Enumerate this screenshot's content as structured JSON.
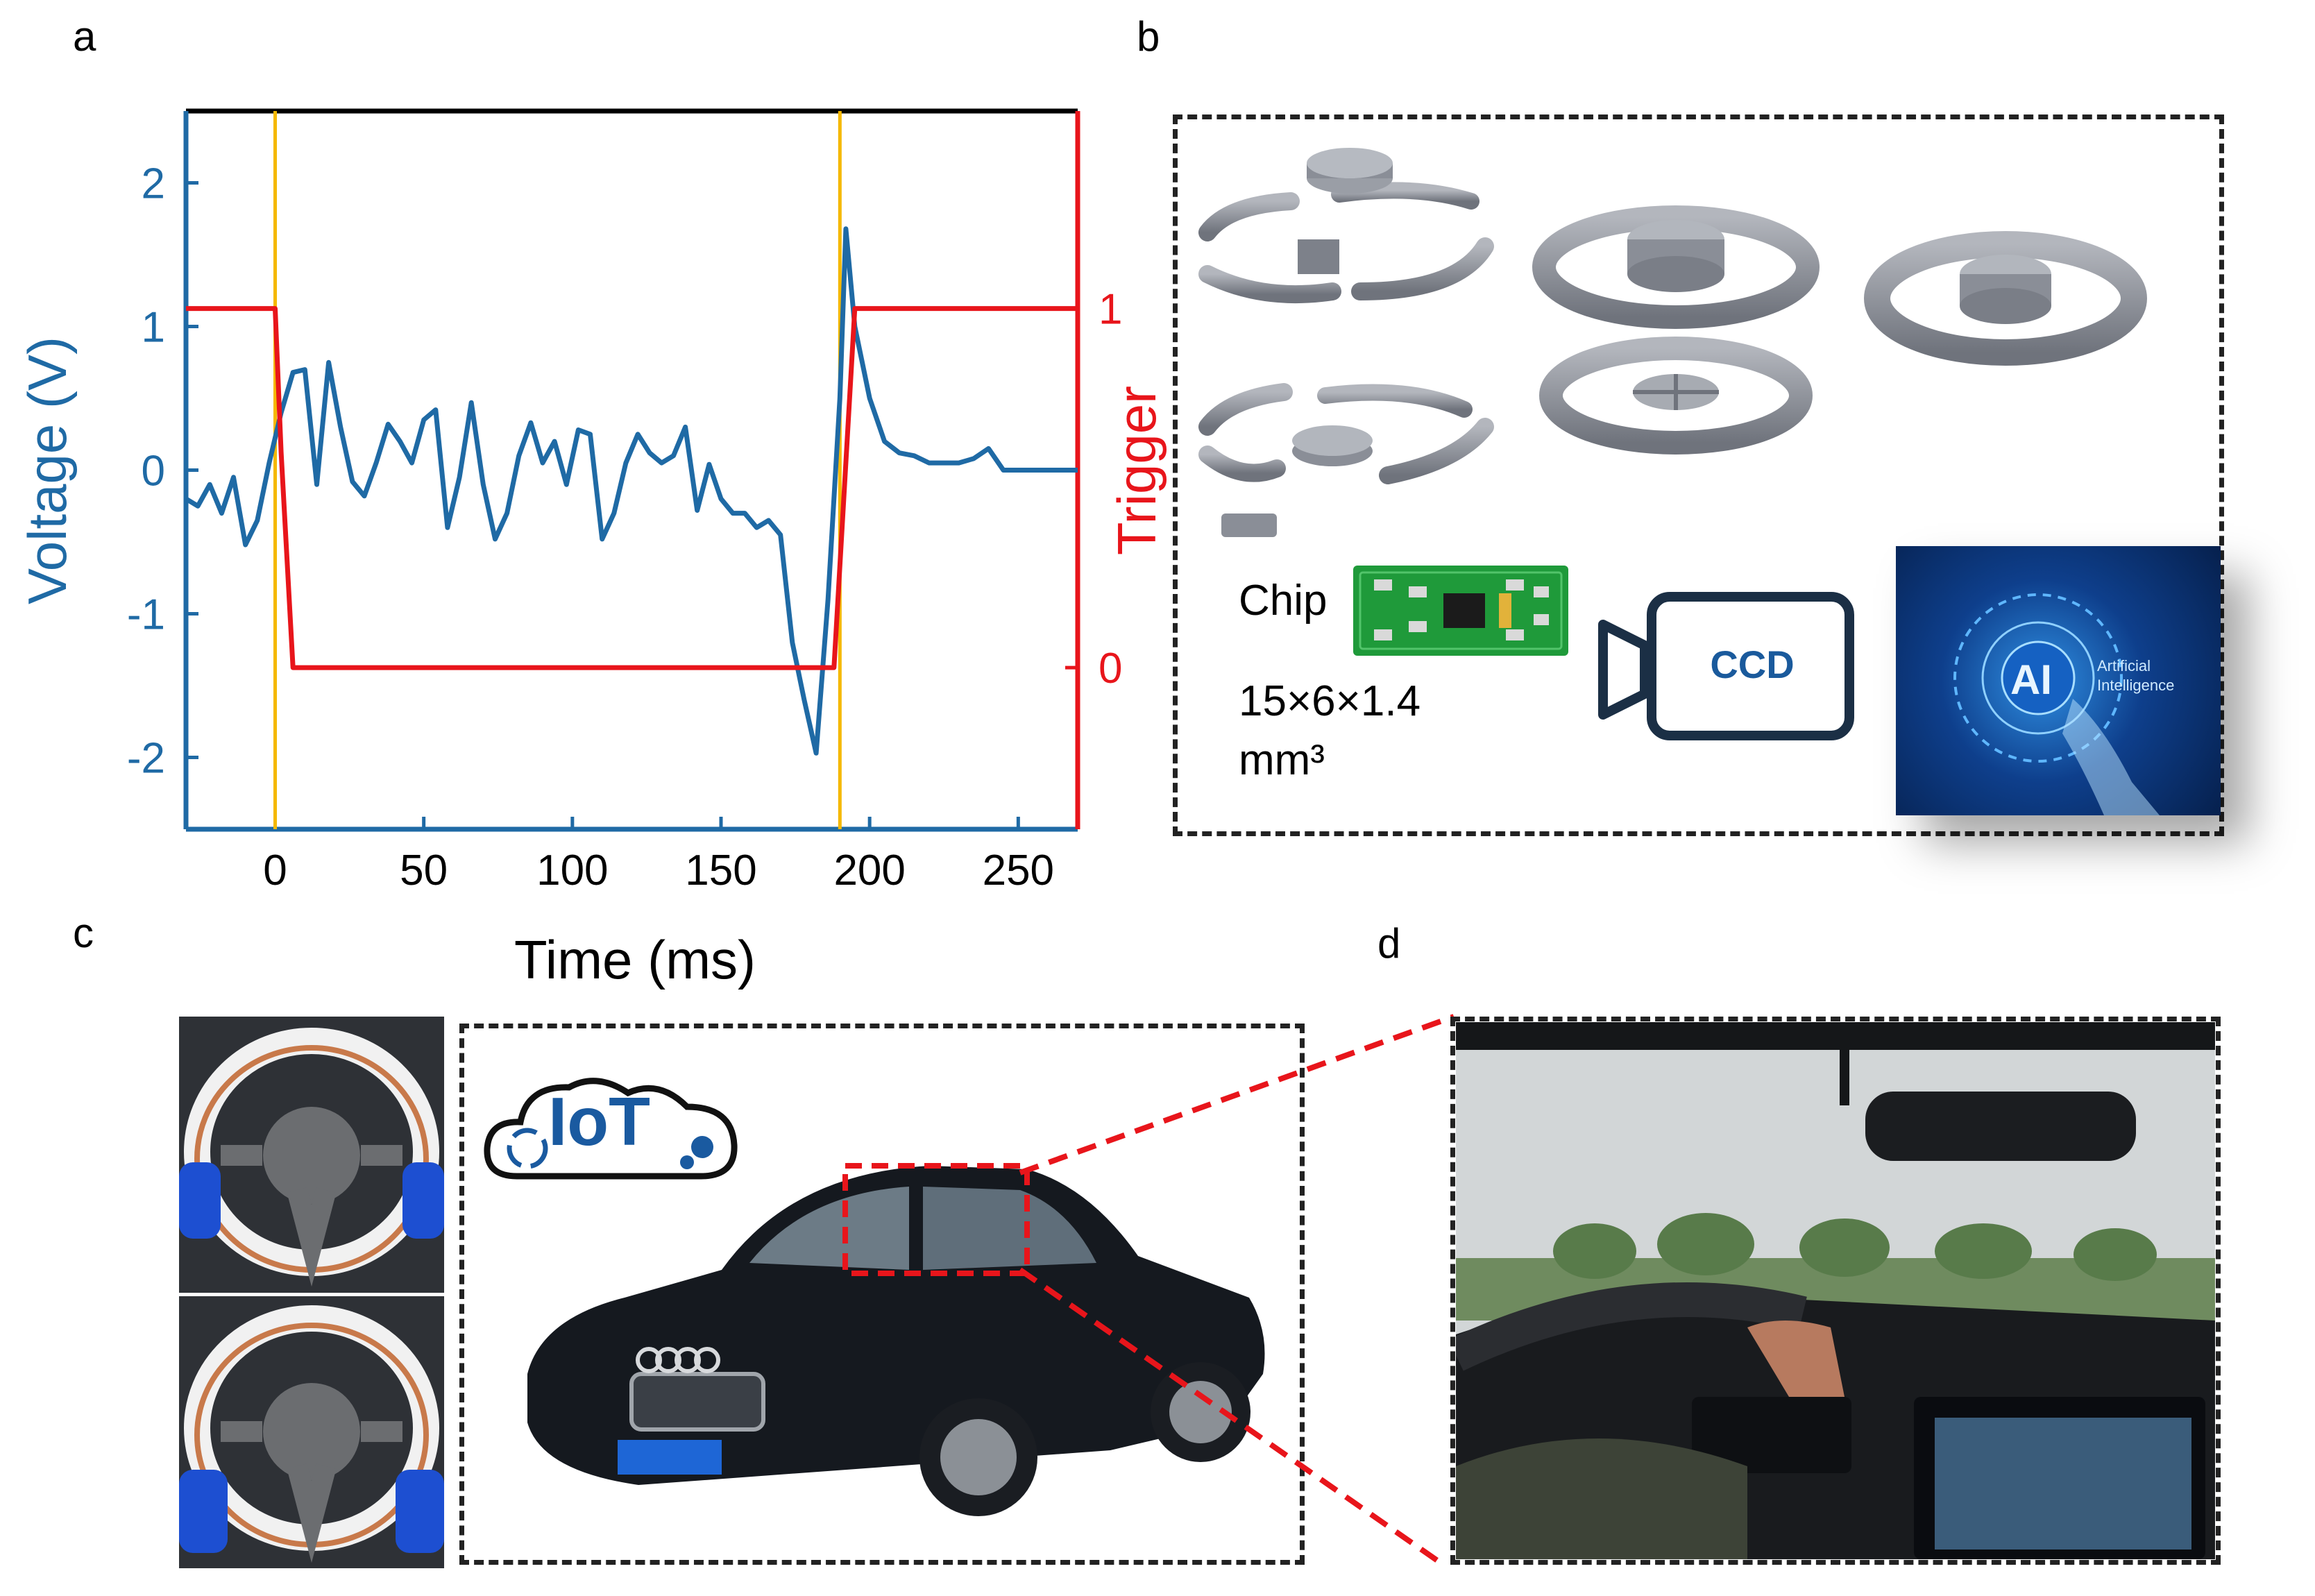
{
  "panels": {
    "a": "a",
    "b": "b",
    "c": "c",
    "d": "d"
  },
  "chart_data": {
    "type": "line",
    "xlabel": "Time (ms)",
    "ylabel_left": "Voltage (V)",
    "ylabel_right": "Trigger",
    "xlim": [
      -30,
      270
    ],
    "ylim_left": [
      -2.5,
      2.5
    ],
    "ylim_right": [
      -0.45,
      1.55
    ],
    "x_ticks": [
      0,
      50,
      100,
      150,
      200,
      250
    ],
    "y_ticks_left": [
      -2,
      -1,
      0,
      1,
      2
    ],
    "y_ticks_right": [
      0,
      1
    ],
    "vlines": [
      0,
      190
    ],
    "colors": {
      "voltage": "#1f6aa5",
      "trigger": "#e8151b",
      "vline": "#f5b800",
      "frame": "#000000"
    },
    "series": [
      {
        "axis": "left",
        "x": [
          -30,
          -26,
          -22,
          -18,
          -14,
          -10,
          -6,
          -2,
          2,
          6,
          10,
          14,
          18,
          22,
          26,
          30,
          34,
          38,
          42,
          46,
          50,
          54,
          58,
          62,
          66,
          70,
          74,
          78,
          82,
          86,
          90,
          94,
          98,
          102,
          106,
          110,
          114,
          118,
          122,
          126,
          130,
          134,
          138,
          142,
          146,
          150,
          154,
          158,
          162,
          166,
          170,
          174,
          178,
          182,
          186,
          190,
          192,
          195,
          200,
          205,
          210,
          215,
          220,
          225,
          230,
          235,
          240,
          245,
          250,
          255,
          260,
          265,
          270
        ],
        "y": [
          -0.2,
          -0.25,
          -0.1,
          -0.3,
          -0.05,
          -0.52,
          -0.35,
          0.05,
          0.4,
          0.68,
          0.7,
          -0.1,
          0.75,
          0.3,
          -0.08,
          -0.18,
          0.05,
          0.32,
          0.2,
          0.05,
          0.35,
          0.42,
          -0.4,
          -0.05,
          0.47,
          -0.1,
          -0.48,
          -0.3,
          0.1,
          0.33,
          0.05,
          0.2,
          -0.1,
          0.28,
          0.25,
          -0.48,
          -0.3,
          0.05,
          0.25,
          0.12,
          0.05,
          0.1,
          0.3,
          -0.28,
          0.04,
          -0.2,
          -0.3,
          -0.3,
          -0.4,
          -0.35,
          -0.45,
          -1.2,
          -1.6,
          -1.97,
          -0.9,
          0.5,
          1.68,
          1.0,
          0.5,
          0.2,
          0.12,
          0.1,
          0.05,
          0.05,
          0.05,
          0.08,
          0.15,
          0.0,
          0.0,
          0.0,
          0.0,
          0.0,
          0.0
        ]
      },
      {
        "axis": "right",
        "x": [
          -30,
          0,
          2,
          6,
          188,
          195,
          270
        ],
        "y": [
          1,
          1,
          0.6,
          0,
          0,
          1,
          1
        ]
      }
    ]
  },
  "panel_b": {
    "chip_label": "Chip",
    "chip_size": "15×6×1.4",
    "chip_unit": "mm³",
    "camera_label": "CCD",
    "ai_label": "AI",
    "ai_caption_1": "Artificial",
    "ai_caption_2": "Intelligence"
  },
  "panel_c": {
    "iot_label": "IoT"
  }
}
